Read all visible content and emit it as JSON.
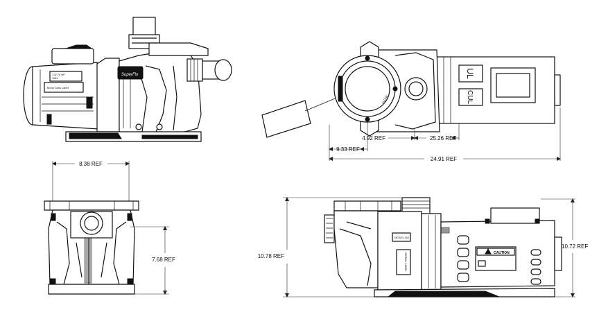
{
  "views": {
    "side": {
      "logo": "SuperFlo",
      "motor_label": "Motor Data Label",
      "plate_line1": "1.5/.75 HP",
      "plate_line2": "115V"
    },
    "top": {
      "lid_text": "CLOSE",
      "tag1": "UL",
      "tag2": "CUL"
    },
    "rear": {
      "model_label": "MODEL NO.",
      "serial_label": "SERIAL LABEL",
      "caution_label": "CAUTION"
    }
  },
  "dimensions": {
    "top_a": "4.92 REF",
    "top_b": "25.26 REF",
    "top_c": "9.33 REF",
    "top_total": "24.91 REF",
    "front_width": "8.38 REF",
    "front_height": "7.68 REF",
    "rear_height_left": "10.78 REF",
    "rear_height_right": "10.72 REF"
  }
}
